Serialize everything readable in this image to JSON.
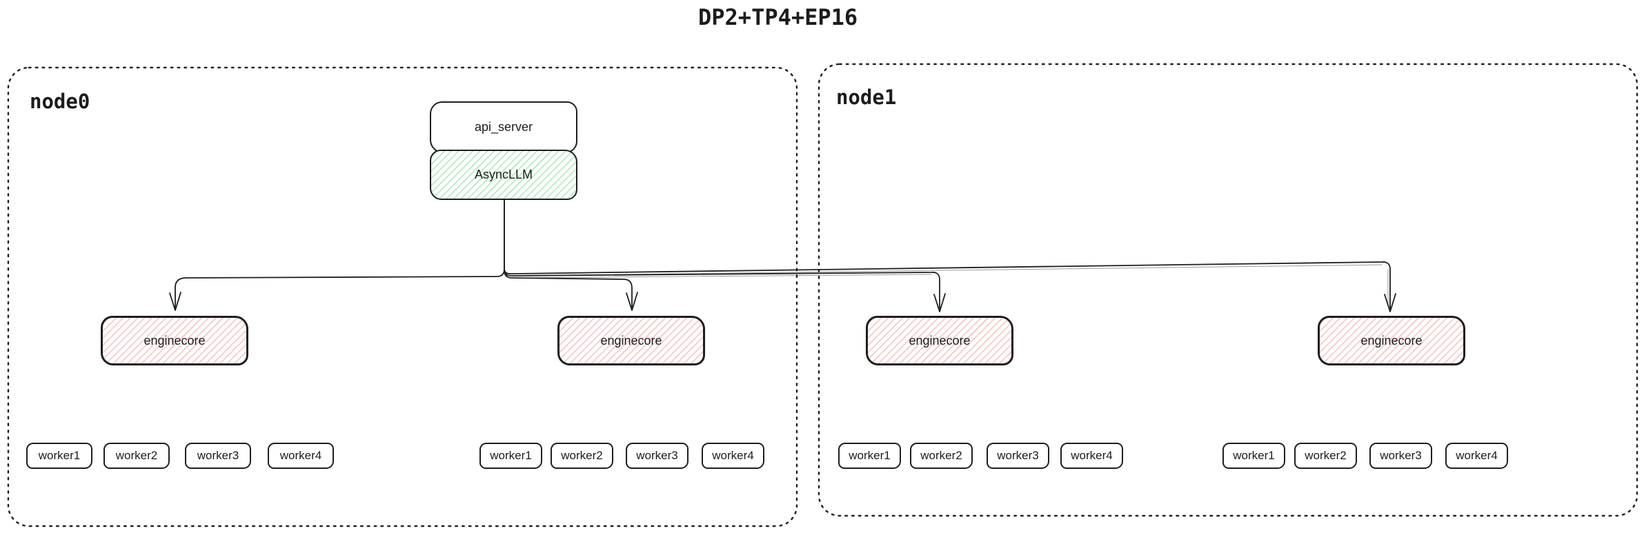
{
  "title": "DP2+TP4+EP16",
  "colors": {
    "stroke": "#1e1e1e",
    "text": "#1c1c1c",
    "green_hatch": "#b7ecc1",
    "red_hatch": "#f6caca",
    "canvas_bg": "#ffffff"
  },
  "node0": {
    "label": "node0",
    "api_server_label": "api_server",
    "asyncllm_label": "AsyncLLM"
  },
  "node1": {
    "label": "node1"
  },
  "enginecores": [
    {
      "label": "enginecore"
    },
    {
      "label": "enginecore"
    },
    {
      "label": "enginecore"
    },
    {
      "label": "enginecore"
    }
  ],
  "worker_groups": [
    {
      "workers": [
        "worker1",
        "worker2",
        "worker3",
        "worker4"
      ]
    },
    {
      "workers": [
        "worker1",
        "worker2",
        "worker3",
        "worker4"
      ]
    },
    {
      "workers": [
        "worker1",
        "worker2",
        "worker3",
        "worker4"
      ]
    },
    {
      "workers": [
        "worker1",
        "worker2",
        "worker3",
        "worker4"
      ]
    }
  ]
}
